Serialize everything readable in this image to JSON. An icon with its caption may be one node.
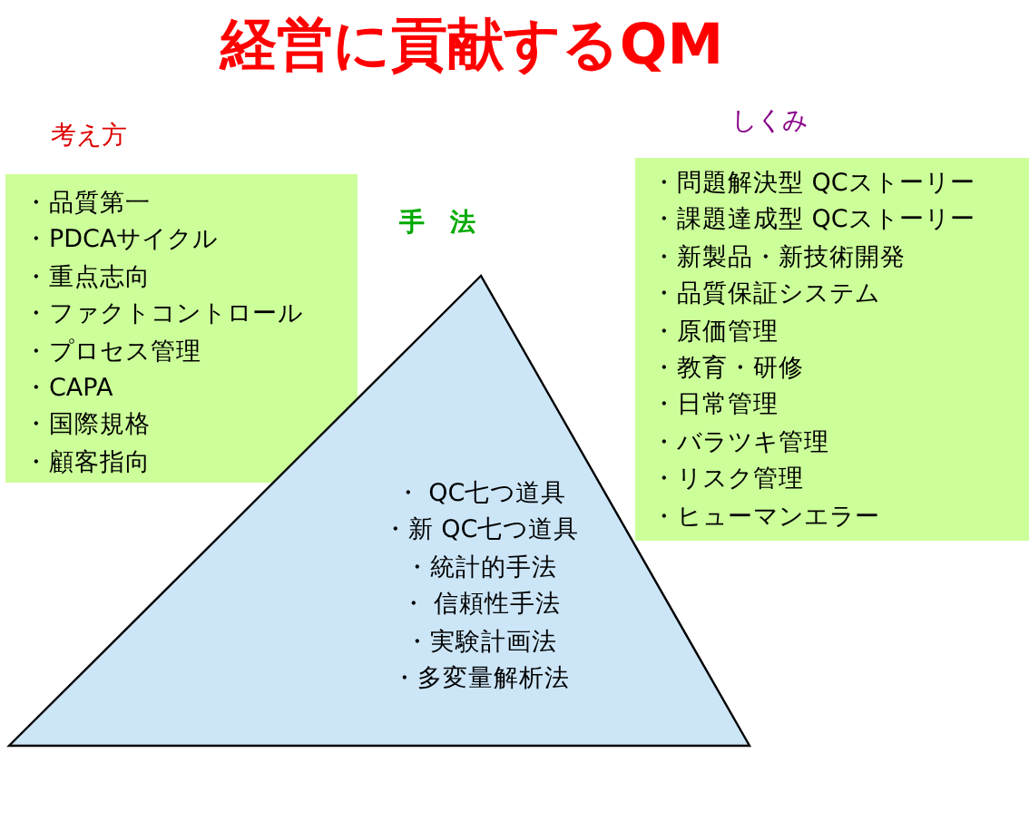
{
  "diagram": {
    "title": "経営に貢献するQM",
    "nodes": [
      {
        "text": [
          "考え方",
          "・品質第一",
          "・PDCAサイクル",
          "・重点志向",
          "・ファクトコントロール",
          "・プロセス管理",
          "・CAPA",
          "・国際規格",
          "・顧客指向"
        ]
      },
      {
        "text": [
          "手　法",
          "・ QC七つ道具",
          "・新 QC七つ道具",
          "・統計的手法",
          "・ 信頼性手法",
          "・実験計画法",
          "・多変量解析法"
        ]
      },
      {
        "text": [
          "しくみ",
          "・問題解決型 QCストーリー",
          "・課題達成型 QCストーリー",
          "・新製品・新技術開発",
          "・品質保証システム",
          "・原価管理",
          "・教育・研修",
          "・日常管理",
          "・バラツキ管理",
          "・リスク管理",
          "・ヒューマンエラー"
        ]
      }
    ]
  }
}
